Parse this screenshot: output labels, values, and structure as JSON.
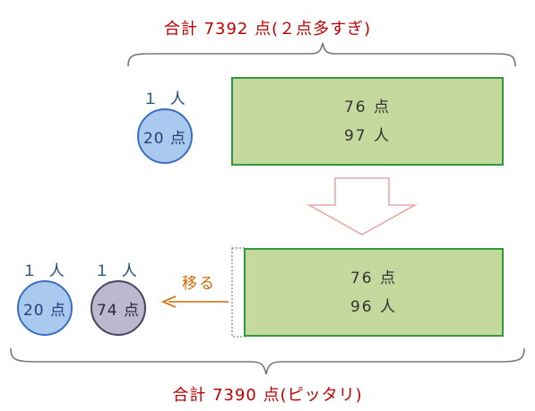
{
  "top_summary": {
    "text": "合計 7392 点(２点多すぎ)"
  },
  "bottom_summary": {
    "text": "合計 7390 点(ピッタリ)"
  },
  "before": {
    "single_person": {
      "count_label": "１ 人",
      "score_label": "20 点"
    },
    "group": {
      "score_label": "76 点",
      "people_label": "97 人"
    }
  },
  "after": {
    "person_a": {
      "count_label": "１ 人",
      "score_label": "20 点"
    },
    "person_b": {
      "count_label": "１ 人",
      "score_label": "74 点"
    },
    "move_label": "移る",
    "group": {
      "score_label": "76 点",
      "people_label": "96 人"
    }
  },
  "colors": {
    "total_text": "#c00000",
    "green_fill": "#c5d89e",
    "green_border": "#2e9a3a",
    "blue_fill": "#a9c9ef",
    "blue_border": "#3a6fc0",
    "gray_fill": "#bcb8cd",
    "move_arrow": "#d06a00",
    "down_arrow_border": "#e8a8a8"
  }
}
